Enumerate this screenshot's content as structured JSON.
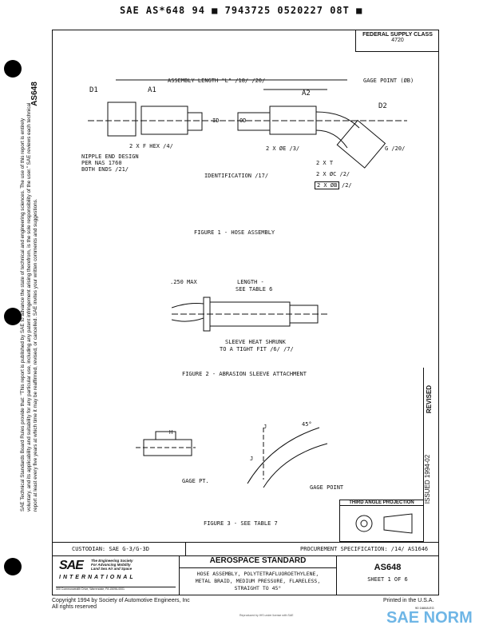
{
  "header_line": "SAE AS*648 94 ■ 7943725 0520227 08T ■",
  "side_code": "AS648",
  "side_notice": "SAE Technical Standards Board Rules provide that: \"This report is published by SAE to advance the state of technical and engineering sciences. The use of this report is entirely voluntary, and its applicability and suitability for any particular use, including any patent infringement arising therefrom, is the sole responsibility of the user.\" SAE reviews each technical report at least every five years at which time it may be reaffirmed, revised, or cancelled. SAE invites your written comments and suggestions.",
  "federal_supply": {
    "label": "FEDERAL SUPPLY CLASS",
    "value": "4720"
  },
  "figure1": {
    "caption": "FIGURE 1 - HOSE ASSEMBLY",
    "labels": {
      "assembly_length": "ASSEMBLY LENGTH \"L\" /18/ /20/",
      "gage_point": "GAGE POINT (ØB)",
      "d1": "D1",
      "a1": "A1",
      "a2": "A2",
      "d2": "D2",
      "id": "ID",
      "od": "OD",
      "hex": "2 X F HEX /4/",
      "e": "2 X ØE /3/",
      "g": "G /20/",
      "t": "2 X T",
      "c": "2 X ØC /2/",
      "b": "2 X ØB",
      "b_note": "/2/",
      "ident": "IDENTIFICATION /17/",
      "nipple": "NIPPLE END DESIGN",
      "nipple2": "PER NAS 1760",
      "nipple3": "BOTH ENDS /21/"
    }
  },
  "figure2": {
    "caption": "FIGURE 2 - ABRASION SLEEVE ATTACHMENT",
    "labels": {
      "max": ".250 MAX",
      "length": "LENGTH -",
      "see": "SEE TABLE 6",
      "sleeve": "SLEEVE HEAT SHRUNK",
      "tight": "TO A TIGHT FIT /6/ /7/"
    }
  },
  "figure3": {
    "caption": "FIGURE 3 - SEE TABLE 7",
    "labels": {
      "h": "H",
      "gage_pt": "GAGE PT.",
      "j1": "J",
      "j2": "J",
      "angle": "45°",
      "gage_point": "GAGE POINT"
    }
  },
  "revision": {
    "revised": "REVISED",
    "issued": "ISSUED 1994-02"
  },
  "third_angle": "THIRD ANGLE PROJECTION",
  "title_block": {
    "custodian": "CUSTODIAN:  SAE G-3/G-3D",
    "procurement": "PROCUREMENT SPECIFICATION:  /14/  AS1646",
    "org_lines": [
      "The Engineering Society",
      "For Advancing Mobility",
      "Land Sea Air and Space"
    ],
    "international": "INTERNATIONAL",
    "address": "400 Commonwealth Drive, Warrendale, PA 15096-0001",
    "category": "AEROSPACE STANDARD",
    "title": "HOSE ASSEMBLY, POLYTETRAFLUOROETHYLENE, METAL BRAID, MEDIUM PRESSURE, FLARELESS, STRAIGHT TO 45°",
    "number": "AS648",
    "sheet": "SHEET 1 OF 6"
  },
  "footer": {
    "copyright": "Copyright 1994 by Society of Automotive Engineers, Inc",
    "rights": "All rights reserved",
    "printed": "Printed in the U.S.A.",
    "code": "90 16848-EG",
    "tiny": "Reproduced by IHS under license with SAE",
    "watermark": "SAE NORM"
  }
}
